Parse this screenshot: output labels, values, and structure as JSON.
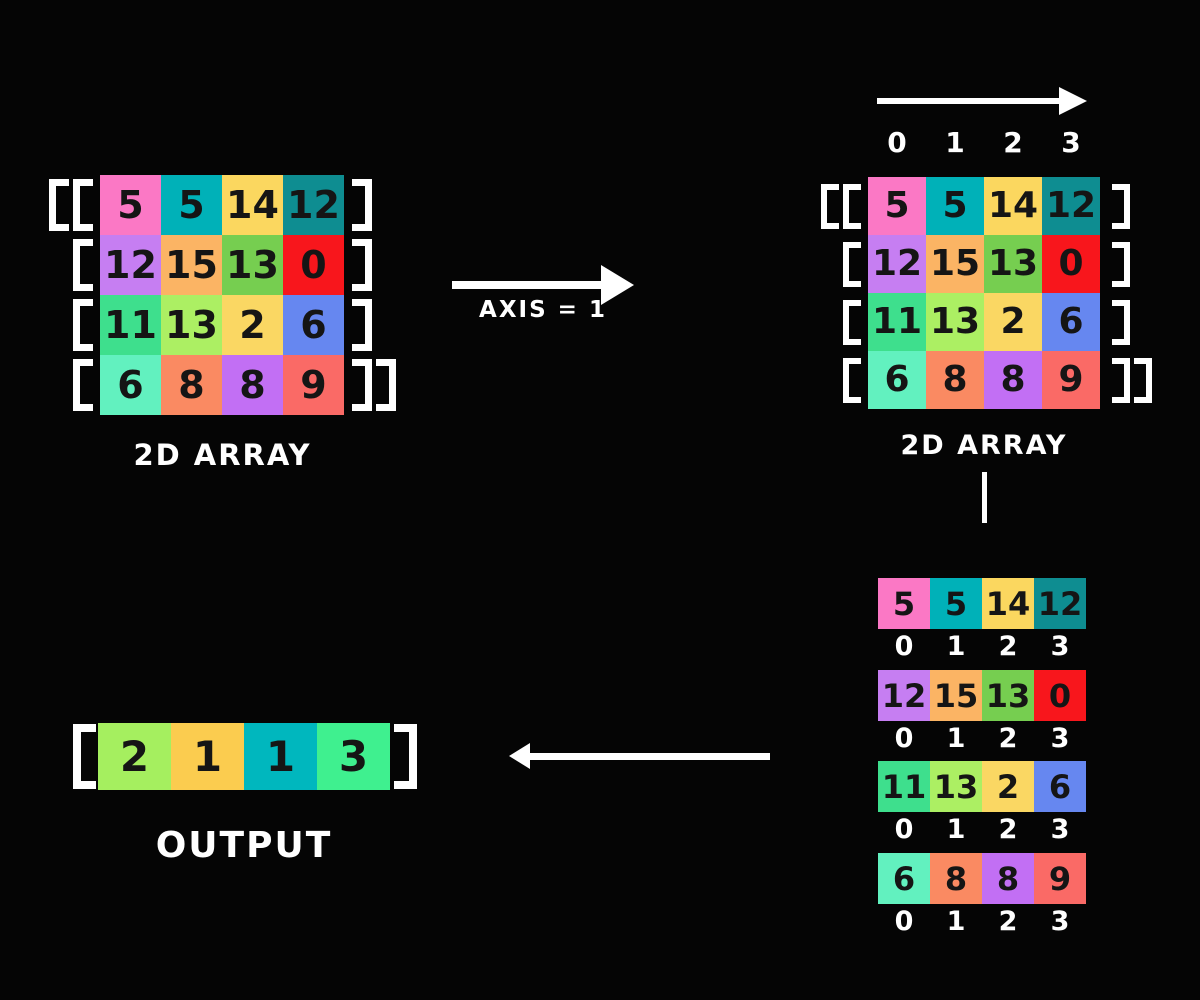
{
  "colors": {
    "background": "#050505",
    "cell_text": "#151515",
    "light_text": "#FFFFFF"
  },
  "indices": [
    "0",
    "1",
    "2",
    "3"
  ],
  "matrix": {
    "values": [
      [
        "5",
        "5",
        "14",
        "12"
      ],
      [
        "12",
        "15",
        "13",
        "0"
      ],
      [
        "11",
        "13",
        "2",
        "6"
      ],
      [
        "6",
        "8",
        "8",
        "9"
      ]
    ],
    "cell_colors": [
      [
        "#FB78C5",
        "#00B1B8",
        "#FBD75F",
        "#0E8D91"
      ],
      [
        "#C67EF2",
        "#FBB464",
        "#76CE50",
        "#F8161C"
      ],
      [
        "#3EDF8D",
        "#ACEF63",
        "#FAD763",
        "#6687F0"
      ],
      [
        "#62F1BF",
        "#FA8A62",
        "#C26FF4",
        "#FA6A66"
      ]
    ]
  },
  "left_array": {
    "label": "2D ARRAY"
  },
  "axis_arrow": {
    "label": "AXIS = 1"
  },
  "right_array": {
    "label": "2D ARRAY"
  },
  "output_array": {
    "label": "OUTPUT",
    "values": [
      "2",
      "1",
      "1",
      "3"
    ],
    "cell_colors": [
      "#A5EF5F",
      "#FBCC4F",
      "#00B7BE",
      "#3FF08F"
    ]
  }
}
